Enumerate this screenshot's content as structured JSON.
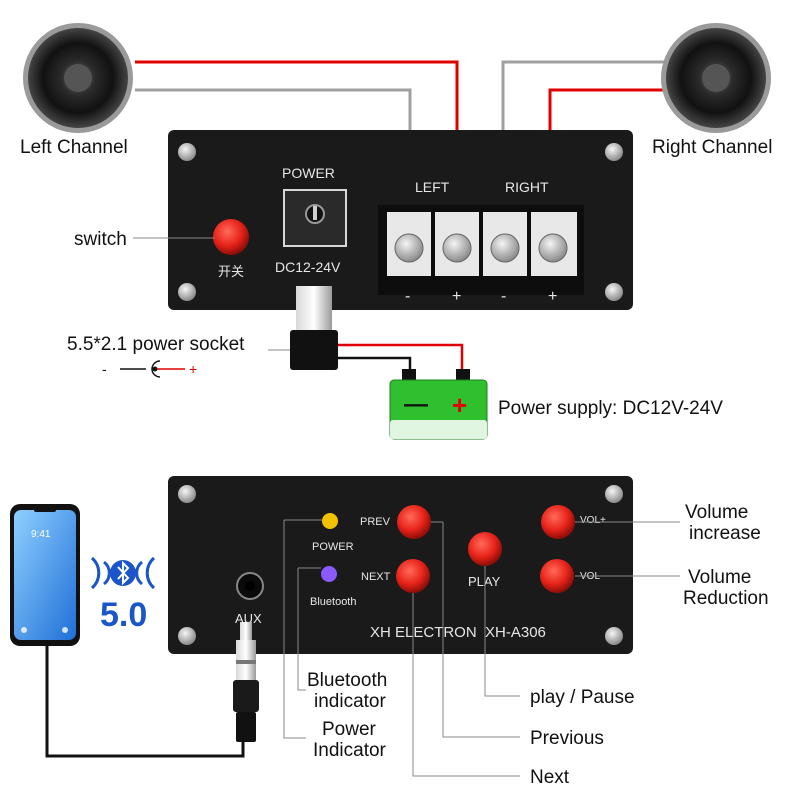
{
  "top_diagram": {
    "left_channel_label": "Left Channel",
    "right_channel_label": "Right Channel",
    "power_label": "POWER",
    "left_label": "LEFT",
    "right_label": "RIGHT",
    "terminal_polarity": [
      "-",
      "+",
      "-",
      "+"
    ],
    "switch_callout": "switch",
    "switch_cn": "开关",
    "dc_label": "DC12-24V",
    "socket_callout": "5.5*2.1 power socket",
    "socket_polarity_minus": "-",
    "socket_polarity_plus": "+",
    "battery_minus": "—",
    "battery_plus": "+",
    "power_supply_label": "Power supply: DC12V-24V"
  },
  "bottom_diagram": {
    "phone_time": "9:41",
    "bluetooth_version": "5.0",
    "aux_label": "AUX",
    "power_led_label": "POWER",
    "bluetooth_led_label": "Bluetooth",
    "prev_label": "PREV",
    "next_label": "NEXT",
    "play_label": "PLAY",
    "vol_plus_label": "VOL+",
    "vol_minus_label": "VOL-",
    "brand_label": "XH ELECTRON  XH-A306",
    "volume_increase_callout": [
      "Volume",
      "increase"
    ],
    "volume_reduction_callout": [
      "Volume",
      "Reduction"
    ],
    "bluetooth_indicator_callout": [
      "Bluetooth",
      "indicator"
    ],
    "power_indicator_callout": [
      "Power",
      "Indicator"
    ],
    "play_pause_callout": "play / Pause",
    "previous_callout": "Previous",
    "next_callout": "Next"
  },
  "colors": {
    "panel": "#1a1a1a",
    "button_red": "#e8231a",
    "wire_red": "#e00000",
    "wire_gray": "#a0a0a0",
    "battery_green": "#2fbf2f",
    "led_yellow": "#f2c200",
    "led_purple": "#8a5cff",
    "bluetooth_blue": "#1a56c9"
  }
}
